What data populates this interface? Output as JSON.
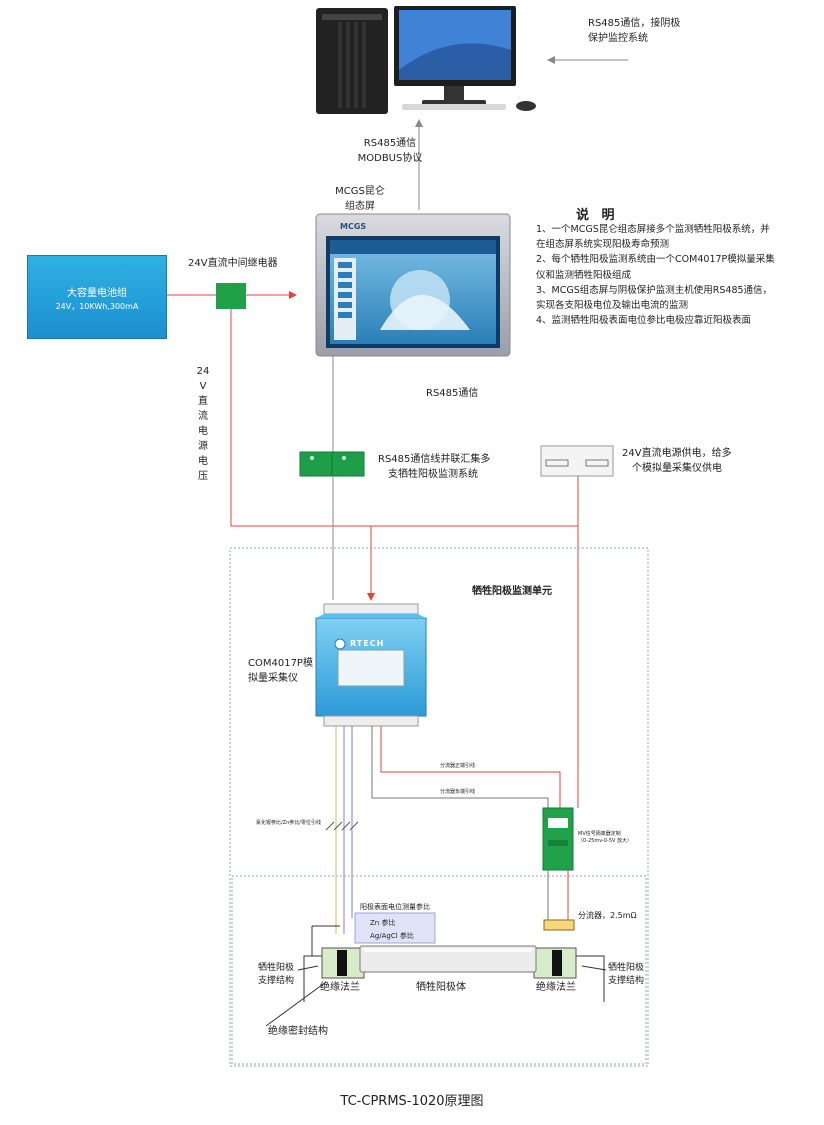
{
  "pc_label": "RS485通信，接阴极保护监控系统",
  "rs485_modbus": [
    "RS485通信",
    "MODBUS协议"
  ],
  "mcgs_label": [
    "MCGS昆仑",
    "组态屏"
  ],
  "mcgs_brand": "MCGS",
  "battery": {
    "line1": "大容量电池组",
    "line2": "24V，10KWh,300mA"
  },
  "relay_label": "24V直流中间继电器",
  "vertical_label": "24V直流电源电压",
  "rs485_comm": "RS485通信",
  "rs485_bus_label": [
    "RS485通信线并联汇集多",
    "支牺牲阳极监测系统"
  ],
  "psu_label": [
    "24V直流电源供电，给多",
    "个模拟量采集仪供电"
  ],
  "notes": {
    "title": "说 明",
    "items": [
      "1、一个MCGS昆仑组态屏接多个监测牺牲阳极系统，并在组态屏系统实现阳极寿命预测",
      "2、每个牺牲阳极监测系统由一个COM4017P模拟量采集仪和监测牺牲阳极组成",
      "3、MCGS组态屏与阴极保护监测主机使用RS485通信，实现各支阳极电位及输出电流的监测",
      "4、监测牺牲阳极表面电位参比电极应靠近阳极表面"
    ]
  },
  "unit_title": "牺牲阳极监测单元",
  "com_label": [
    "COM4017P模",
    "拟量采集仪"
  ],
  "com_brand": "RTECH",
  "shunt_pos_label": "分流器正端引线",
  "shunt_neg_label": "分流器负端引线",
  "ref_wire_label": "氯化银参比/Zn参比/零位引线",
  "isolator_label": [
    "MV信号隔离器定制",
    "（0-25mv-0-5V 放大）"
  ],
  "ref_box": {
    "title": "阳极表面电位测量参比",
    "zn": "Zn 参比",
    "agcl": "Ag/AgCl 参比"
  },
  "shunt_label": "分流器，2.5mΩ",
  "support_left": [
    "牺牲阳极",
    "支撑结构"
  ],
  "support_right": [
    "牺牲阳极",
    "支撑结构"
  ],
  "flange_left": "绝缘法兰",
  "flange_right": "绝缘法兰",
  "anode_body": "牺牲阳极体",
  "seal_label": "绝缘密封结构",
  "caption": "TC-CPRMS-1020原理图",
  "colors": {
    "power_line": "#e8413a",
    "signal_line": "#888888",
    "battery": "#1c8fd0",
    "relay": "#21a04a",
    "bus": "#1f9e4a"
  }
}
